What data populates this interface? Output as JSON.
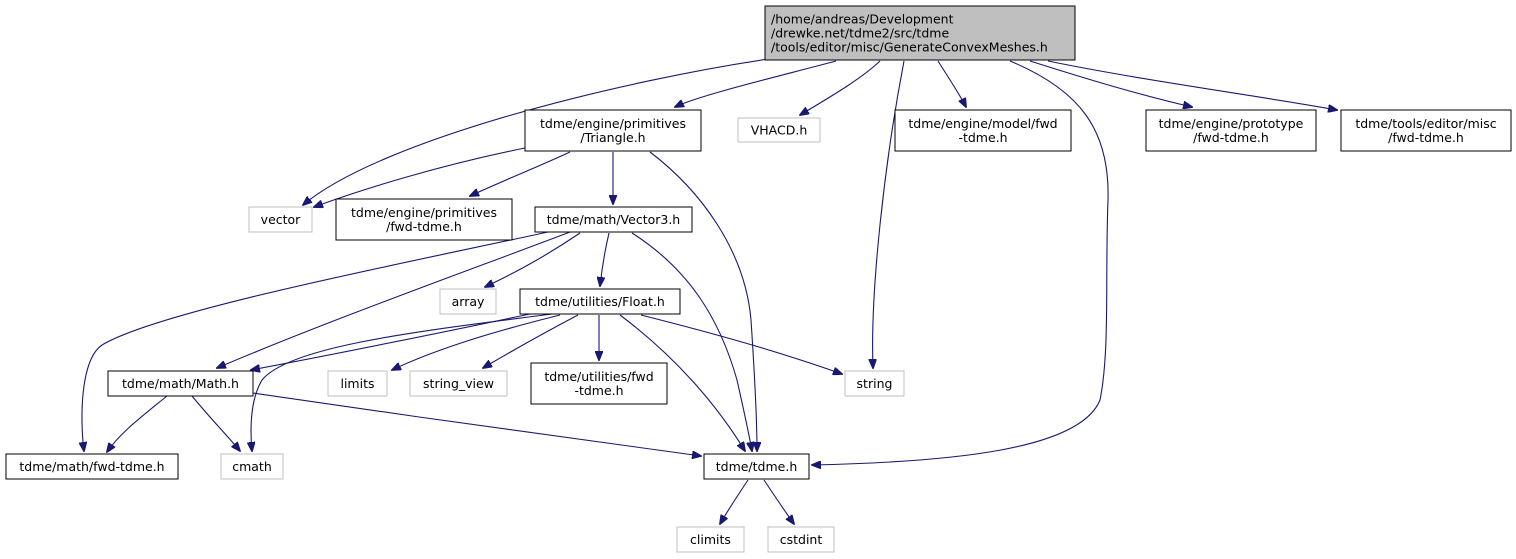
{
  "diagram": {
    "type": "include-dependency-graph",
    "colors": {
      "root_fill": "#bfbfbf",
      "node_fill": "#ffffff",
      "documented_border": "#000000",
      "external_border": "#bfbfbf",
      "edge": "#191970",
      "text": "#000000"
    },
    "nodes": [
      {
        "id": "root",
        "lines": [
          "/home/andreas/Development",
          "/drewke.net/tdme2/src/tdme",
          "/tools/editor/misc/GenerateConvexMeshes.h"
        ],
        "kind": "root"
      },
      {
        "id": "triangle",
        "lines": [
          "tdme/engine/primitives",
          "/Triangle.h"
        ],
        "kind": "documented"
      },
      {
        "id": "vhacd",
        "lines": [
          "VHACD.h"
        ],
        "kind": "external"
      },
      {
        "id": "model_fwd",
        "lines": [
          "tdme/engine/model/fwd",
          "-tdme.h"
        ],
        "kind": "documented"
      },
      {
        "id": "prototype_fwd",
        "lines": [
          "tdme/engine/prototype",
          "/fwd-tdme.h"
        ],
        "kind": "documented"
      },
      {
        "id": "misc_fwd",
        "lines": [
          "tdme/tools/editor/misc",
          "/fwd-tdme.h"
        ],
        "kind": "documented"
      },
      {
        "id": "vector",
        "lines": [
          "vector"
        ],
        "kind": "external"
      },
      {
        "id": "primitives_fwd",
        "lines": [
          "tdme/engine/primitives",
          "/fwd-tdme.h"
        ],
        "kind": "documented"
      },
      {
        "id": "vector3",
        "lines": [
          "tdme/math/Vector3.h"
        ],
        "kind": "documented"
      },
      {
        "id": "array",
        "lines": [
          "array"
        ],
        "kind": "external"
      },
      {
        "id": "float",
        "lines": [
          "tdme/utilities/Float.h"
        ],
        "kind": "documented"
      },
      {
        "id": "math",
        "lines": [
          "tdme/math/Math.h"
        ],
        "kind": "documented"
      },
      {
        "id": "limits",
        "lines": [
          "limits"
        ],
        "kind": "external"
      },
      {
        "id": "string_view",
        "lines": [
          "string_view"
        ],
        "kind": "external"
      },
      {
        "id": "utilities_fwd",
        "lines": [
          "tdme/utilities/fwd",
          "-tdme.h"
        ],
        "kind": "documented"
      },
      {
        "id": "string",
        "lines": [
          "string"
        ],
        "kind": "external"
      },
      {
        "id": "math_fwd",
        "lines": [
          "tdme/math/fwd-tdme.h"
        ],
        "kind": "documented"
      },
      {
        "id": "cmath",
        "lines": [
          "cmath"
        ],
        "kind": "external"
      },
      {
        "id": "tdme",
        "lines": [
          "tdme/tdme.h"
        ],
        "kind": "documented"
      },
      {
        "id": "climits",
        "lines": [
          "climits"
        ],
        "kind": "external"
      },
      {
        "id": "cstdint",
        "lines": [
          "cstdint"
        ],
        "kind": "external"
      }
    ],
    "edges": [
      {
        "from": "root",
        "to": "vector"
      },
      {
        "from": "root",
        "to": "triangle"
      },
      {
        "from": "root",
        "to": "vhacd"
      },
      {
        "from": "root",
        "to": "string"
      },
      {
        "from": "root",
        "to": "model_fwd"
      },
      {
        "from": "root",
        "to": "tdme"
      },
      {
        "from": "root",
        "to": "prototype_fwd"
      },
      {
        "from": "root",
        "to": "misc_fwd"
      },
      {
        "from": "triangle",
        "to": "vector"
      },
      {
        "from": "triangle",
        "to": "primitives_fwd"
      },
      {
        "from": "triangle",
        "to": "vector3"
      },
      {
        "from": "triangle",
        "to": "tdme"
      },
      {
        "from": "vector3",
        "to": "math_fwd"
      },
      {
        "from": "vector3",
        "to": "math"
      },
      {
        "from": "vector3",
        "to": "array"
      },
      {
        "from": "vector3",
        "to": "float"
      },
      {
        "from": "vector3",
        "to": "tdme"
      },
      {
        "from": "float",
        "to": "math"
      },
      {
        "from": "float",
        "to": "cmath"
      },
      {
        "from": "float",
        "to": "limits"
      },
      {
        "from": "float",
        "to": "string_view"
      },
      {
        "from": "float",
        "to": "utilities_fwd"
      },
      {
        "from": "float",
        "to": "tdme"
      },
      {
        "from": "float",
        "to": "string"
      },
      {
        "from": "math",
        "to": "math_fwd"
      },
      {
        "from": "math",
        "to": "cmath"
      },
      {
        "from": "math",
        "to": "tdme"
      },
      {
        "from": "tdme",
        "to": "climits"
      },
      {
        "from": "tdme",
        "to": "cstdint"
      }
    ]
  }
}
